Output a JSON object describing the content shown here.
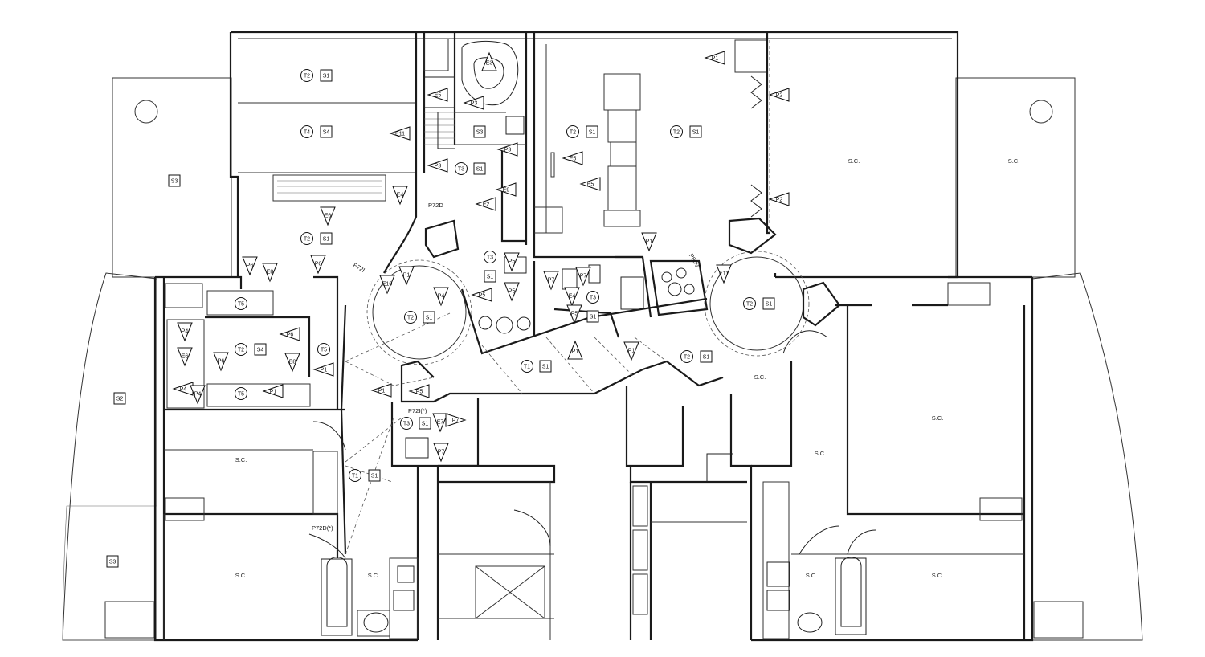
{
  "room_label": "S.C.",
  "square_tags": [
    "S1",
    "S2",
    "S3",
    "S4"
  ],
  "circle_tags": [
    "T1",
    "T2",
    "T3",
    "T4",
    "T5"
  ],
  "triangle_tags": [
    "P1",
    "P2",
    "P3",
    "P4",
    "P5",
    "P6",
    "P7",
    "E1",
    "E2",
    "E3",
    "E4",
    "E5",
    "E6",
    "E7",
    "E8",
    "E9",
    "E10",
    "E11"
  ],
  "door_tags": [
    "P72D",
    "P72I",
    "P72D(*)",
    "P72I(*)",
    "P80V"
  ]
}
